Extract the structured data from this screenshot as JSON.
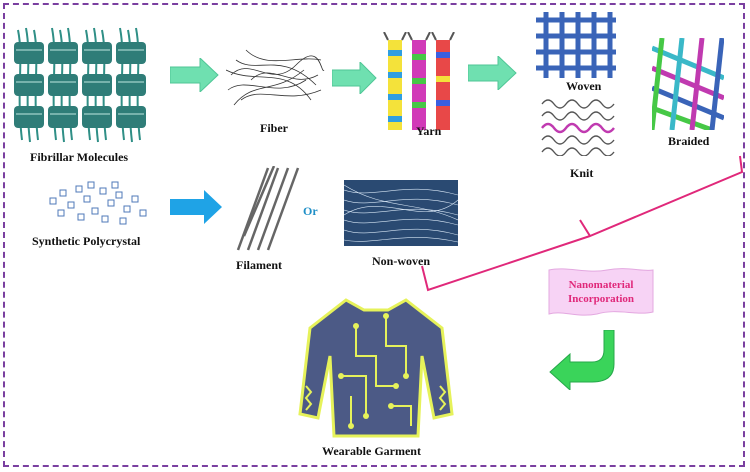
{
  "labels": {
    "fibrillar": "Fibrillar Molecules",
    "fiber": "Fiber",
    "yarn": "Yarn",
    "woven": "Woven",
    "knit": "Knit",
    "braided": "Braided",
    "synthetic": "Synthetic Polycrystal",
    "filament": "Filament",
    "or": "Or",
    "nonwoven": "Non-woven",
    "nano_line1": "Nanomaterial",
    "nano_line2": "Incorporation",
    "garment": "Wearable Garment"
  },
  "colors": {
    "frame": "#7a3fa0",
    "arrow_green": "#6fe0b0",
    "arrow_blue": "#1fa3e6",
    "bracket": "#e0287a",
    "garment_fill": "#4c5a86",
    "garment_circuit": "#e6f25a",
    "nano_box": "#f7d3f5"
  }
}
